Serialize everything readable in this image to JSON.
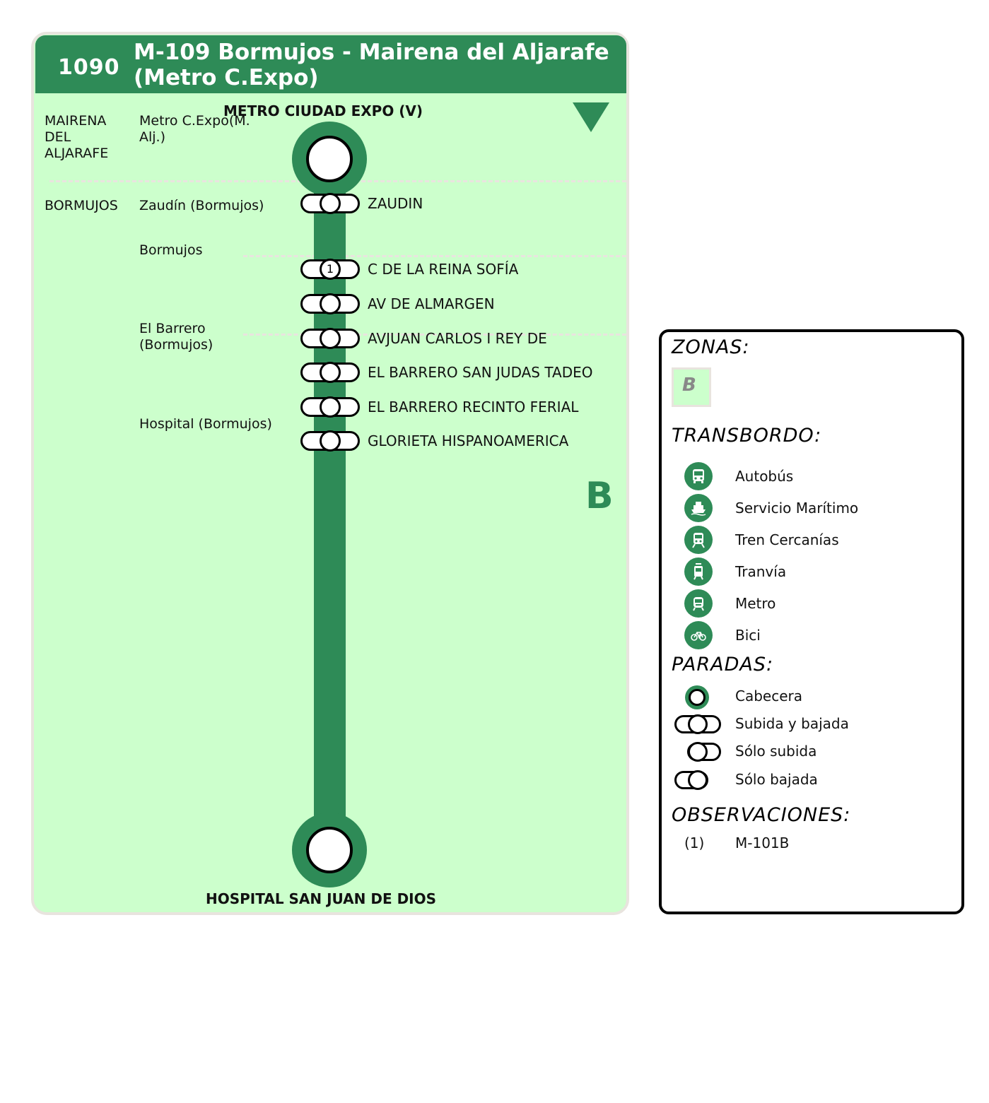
{
  "header": {
    "line_number": "1090",
    "title_line1": "M-109 Bormujos - Mairena del Aljarafe",
    "title_line2": "(Metro C.Expo)"
  },
  "route": {
    "origin": "METRO CIUDAD EXPO (V)",
    "destination": "HOSPITAL SAN JUAN DE DIOS",
    "zone_letter": "B",
    "municipalities": [
      {
        "name": "MAIRENA\nDEL\nALJARAFE"
      },
      {
        "name": "BORMUJOS"
      }
    ],
    "zones": [
      {
        "name": "Metro C.Expo(M.\nAlj.)"
      },
      {
        "name": "Zaudín (Bormujos)"
      },
      {
        "name": "Bormujos"
      },
      {
        "name": "El Barrero\n(Bormujos)"
      },
      {
        "name": "Hospital (Bormujos)"
      }
    ],
    "stops": [
      {
        "name": "ZAUDIN",
        "note": ""
      },
      {
        "name": "C DE LA REINA SOFÍA",
        "note": "1"
      },
      {
        "name": "AV DE ALMARGEN",
        "note": ""
      },
      {
        "name": "AVJUAN CARLOS I REY DE",
        "note": ""
      },
      {
        "name": "EL BARRERO SAN JUDAS TADEO",
        "note": ""
      },
      {
        "name": "EL BARRERO RECINTO FERIAL",
        "note": ""
      },
      {
        "name": "GLORIETA HISPANOAMERICA",
        "note": ""
      }
    ]
  },
  "legend": {
    "zones_heading": "ZONAS:",
    "zone_chip": "B",
    "transfer_heading": "TRANSBORDO:",
    "transfers": [
      {
        "label": "Autobús",
        "icon": "bus-icon"
      },
      {
        "label": "Servicio Marítimo",
        "icon": "ferry-icon"
      },
      {
        "label": "Tren Cercanías",
        "icon": "train-icon"
      },
      {
        "label": "Tranvía",
        "icon": "tram-icon"
      },
      {
        "label": "Metro",
        "icon": "metro-icon"
      },
      {
        "label": "Bici",
        "icon": "bicycle-icon"
      }
    ],
    "stops_heading": "PARADAS:",
    "stop_types": [
      {
        "label": "Cabecera"
      },
      {
        "label": "Subida y bajada"
      },
      {
        "label": "Sólo subida"
      },
      {
        "label": "Sólo bajada"
      }
    ],
    "notes_heading": "OBSERVACIONES:",
    "notes": [
      {
        "ref": "(1)",
        "text": "M-101B"
      }
    ]
  },
  "colors": {
    "line": "#2e8b57",
    "card_bg": "#ccffcc",
    "card_border": "#e8e4de"
  }
}
